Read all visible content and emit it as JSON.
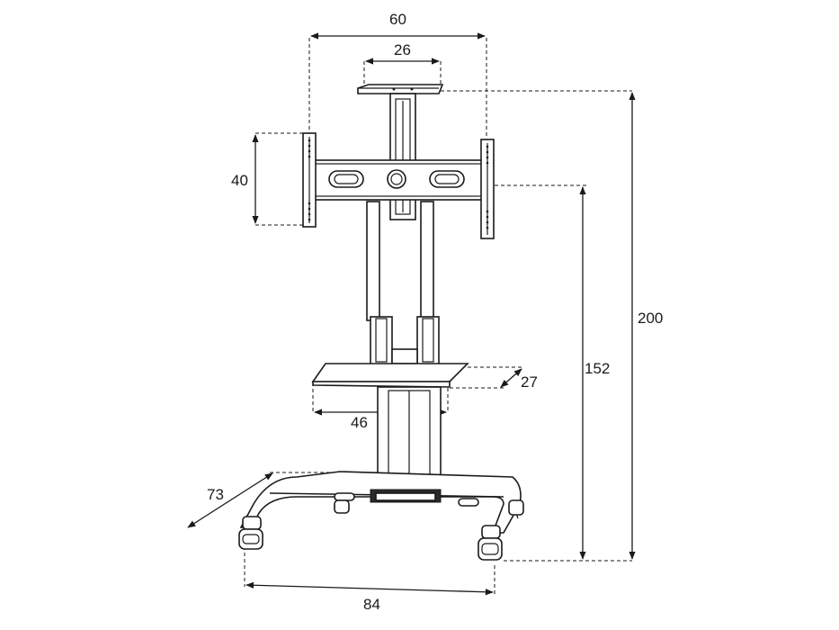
{
  "dimensions": {
    "width_overall": "60",
    "top_shelf_width": "26",
    "bracket_height": "40",
    "total_height": "200",
    "center_height": "152",
    "shelf_depth": "27",
    "shelf_width": "46",
    "base_depth": "73",
    "base_width": "84"
  }
}
